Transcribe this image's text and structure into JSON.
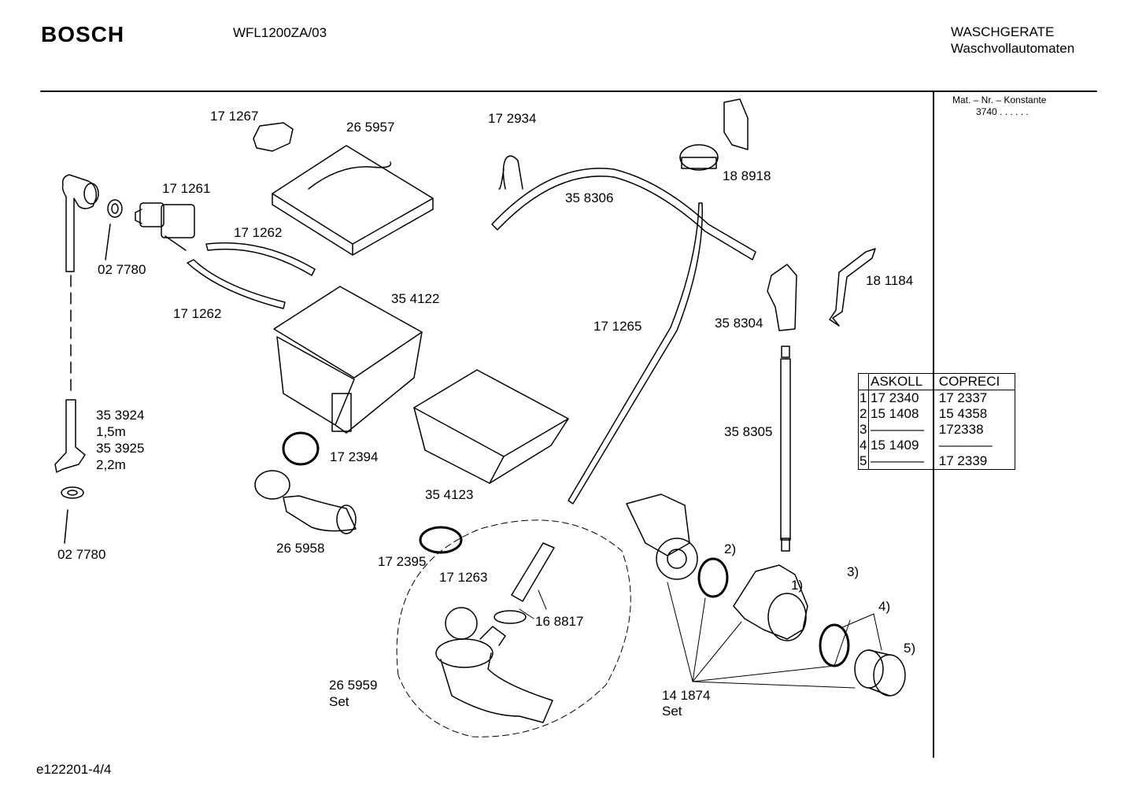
{
  "header": {
    "brand": "BOSCH",
    "model": "WFL1200ZA/03",
    "category_line1": "WASCHGERATE",
    "category_line2": "Waschvollautomaten"
  },
  "side_note": {
    "line1": "Mat. – Nr. – Konstante",
    "line2": "3740 . . . . . ."
  },
  "footer": "e122201-4/4",
  "part_labels": {
    "p171267": "17 1267",
    "p265957": "26 5957",
    "p172934": "17 2934",
    "p188918": "18 8918",
    "p171261": "17 1261",
    "p358306": "35 8306",
    "p027780a": "02 7780",
    "p171262a": "17 1262",
    "p171262b": "17 1262",
    "p354122": "35 4122",
    "p181184": "18 1184",
    "p171265": "17 1265",
    "p358304": "35 8304",
    "p353924": "35 3924",
    "p353924_len": "1,5m",
    "p353925": "35 3925",
    "p353925_len": "2,2m",
    "p172394": "17 2394",
    "p358305": "35 8305",
    "p354123": "35 4123",
    "p027780b": "02 7780",
    "p265958": "26 5958",
    "p172395": "17 2395",
    "p171263": "17 1263",
    "p168817": "16 8817",
    "p265959": "26 5959",
    "p265959_set": "Set",
    "p141874": "14 1874",
    "p141874_set": "Set",
    "ref1": "1)",
    "ref2": "2)",
    "ref3": "3)",
    "ref4": "4)",
    "ref5": "5)"
  },
  "supplier_table": {
    "headers": [
      "ASKOLL",
      "COPRECI"
    ],
    "rows": [
      {
        "index": "1",
        "askoll": "17 2340",
        "copreci": "17 2337"
      },
      {
        "index": "2",
        "askoll": "15 1408",
        "copreci": "15 4358"
      },
      {
        "index": "3",
        "askoll": "————",
        "copreci": "172338"
      },
      {
        "index": "4",
        "askoll": "15 1409",
        "copreci": "————"
      },
      {
        "index": "5",
        "askoll": "————",
        "copreci": "17 2339"
      }
    ]
  }
}
